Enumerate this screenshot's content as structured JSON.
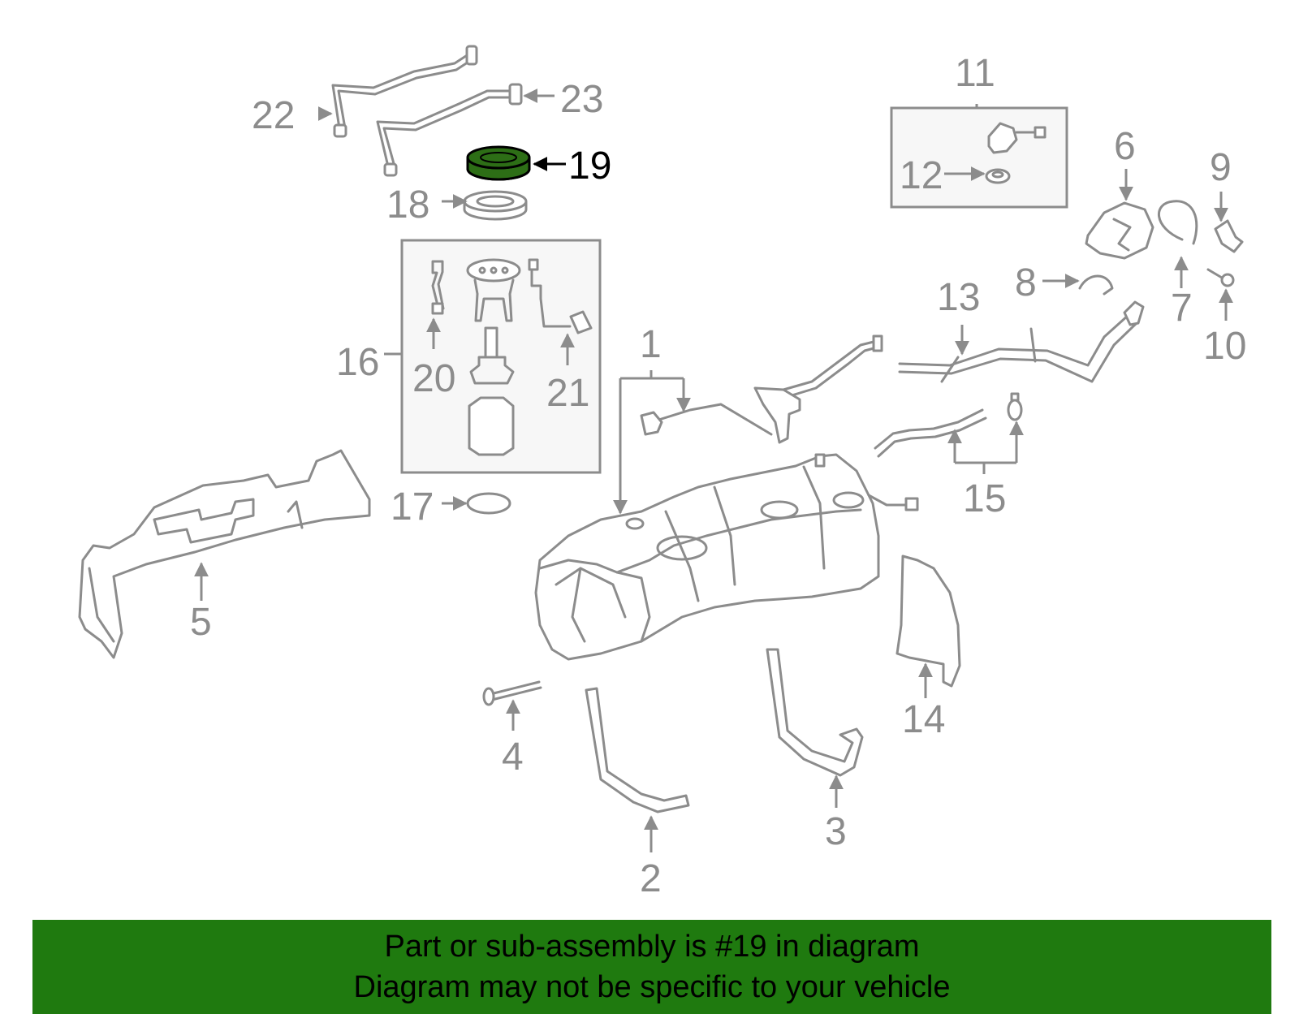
{
  "highlighted_part": "19",
  "callouts": {
    "c1": "1",
    "c2": "2",
    "c3": "3",
    "c4": "4",
    "c5": "5",
    "c6": "6",
    "c7": "7",
    "c8": "8",
    "c9": "9",
    "c10": "10",
    "c11": "11",
    "c12": "12",
    "c13": "13",
    "c14": "14",
    "c15": "15",
    "c16": "16",
    "c17": "17",
    "c18": "18",
    "c19": "19",
    "c20": "20",
    "c21": "21",
    "c22": "22",
    "c23": "23"
  },
  "banner": {
    "line1": "Part or sub-assembly is #19 in diagram",
    "line2": "Diagram may not be specific to your vehicle"
  },
  "colors": {
    "highlight_fill": "#2d6e16",
    "banner_background": "#1f7a0f",
    "line_gray": "#8c8c8c"
  }
}
